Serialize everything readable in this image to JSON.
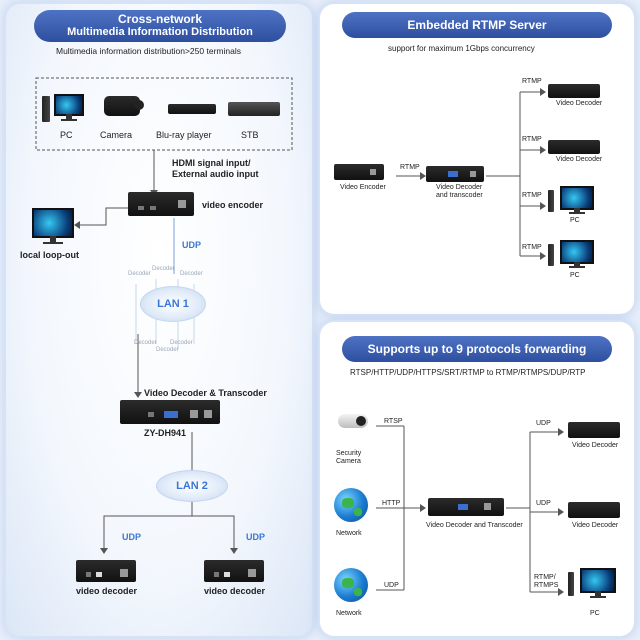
{
  "left": {
    "title_line1": "Cross-network",
    "title_line2": "Multimedia Information Distribution",
    "subtitle": "Multimedia information distribution>250 terminals",
    "sources": [
      "PC",
      "Camera",
      "Blu-ray player",
      "STB"
    ],
    "hdmi_line1": "HDMI signal input/",
    "hdmi_line2": "External audio input",
    "encoder_label": "video encoder",
    "loopout_label": "local loop-out",
    "udp_top": "UDP",
    "decoder_tag": "Decoder",
    "lan1": "LAN 1",
    "transcoder_label": "Video Decoder & Transcoder",
    "model": "ZY-DH941",
    "lan2": "LAN 2",
    "udp_left": "UDP",
    "udp_right": "UDP",
    "decoder1": "video decoder",
    "decoder2": "video decoder"
  },
  "rtmp": {
    "title": "Embedded RTMP Server",
    "subtitle": "support for maximum 1Gbps concurrency",
    "encoder_label": "Video Encoder",
    "link_label": "RTMP",
    "transcoder_line1": "Video Decoder",
    "transcoder_line2": "and transcoder",
    "outputs": [
      {
        "protocol": "RTMP",
        "label": "Video Decoder"
      },
      {
        "protocol": "RTMP",
        "label": "Video Decoder"
      },
      {
        "protocol": "RTMP",
        "label": "PC"
      },
      {
        "protocol": "RTMP",
        "label": "PC"
      }
    ]
  },
  "protocols": {
    "title": "Supports up to 9 protocols forwarding",
    "subtitle": "RTSP/HTTP/UDP/HTTPS/SRT/RTMP to RTMP/RTMPS/DUP/RTP",
    "inputs": [
      {
        "label_line1": "Security",
        "label_line2": "Camera",
        "protocol": "RTSP"
      },
      {
        "label_line1": "Network",
        "label_line2": "",
        "protocol": "HTTP"
      },
      {
        "label_line1": "Network",
        "label_line2": "",
        "protocol": "UDP"
      }
    ],
    "center_label": "Video Decoder and Transcoder",
    "outputs": [
      {
        "protocol_line1": "UDP",
        "protocol_line2": "",
        "label": "Video Decoder"
      },
      {
        "protocol_line1": "UDP",
        "protocol_line2": "",
        "label": "Video Decoder"
      },
      {
        "protocol_line1": "RTMP/",
        "protocol_line2": "RTMPS",
        "label": "PC"
      }
    ]
  }
}
